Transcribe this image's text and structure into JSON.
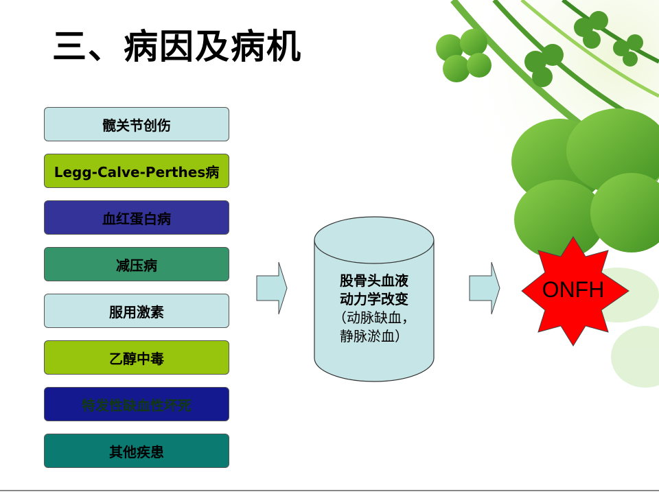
{
  "slide": {
    "title": "三、病因及病机",
    "causes": [
      {
        "label": "髋关节创伤",
        "color": "#c6e5e6"
      },
      {
        "label": "Legg-Calve-Perthes病",
        "color": "#97c40c"
      },
      {
        "label": "血红蛋白病",
        "color": "#34339a"
      },
      {
        "label": "减压病",
        "color": "#35946a"
      },
      {
        "label": "服用激素",
        "color": "#c6e5e6"
      },
      {
        "label": "乙醇中毒",
        "color": "#97c40c"
      },
      {
        "label": "特发性缺血性坏死",
        "color": "#15198f"
      },
      {
        "label": "其他疾患",
        "color": "#0b7b72"
      }
    ],
    "mechanism": {
      "line1": "股骨头血液",
      "line2": "动力学改变",
      "line3": "（动脉缺血，",
      "line4": "静脉淤血）"
    },
    "result": "ONFH",
    "colors": {
      "arrow": "#bfe4e6",
      "cylinder": "#c6e5e6",
      "star": "#ff0000",
      "clover": "#5aa52e"
    }
  }
}
